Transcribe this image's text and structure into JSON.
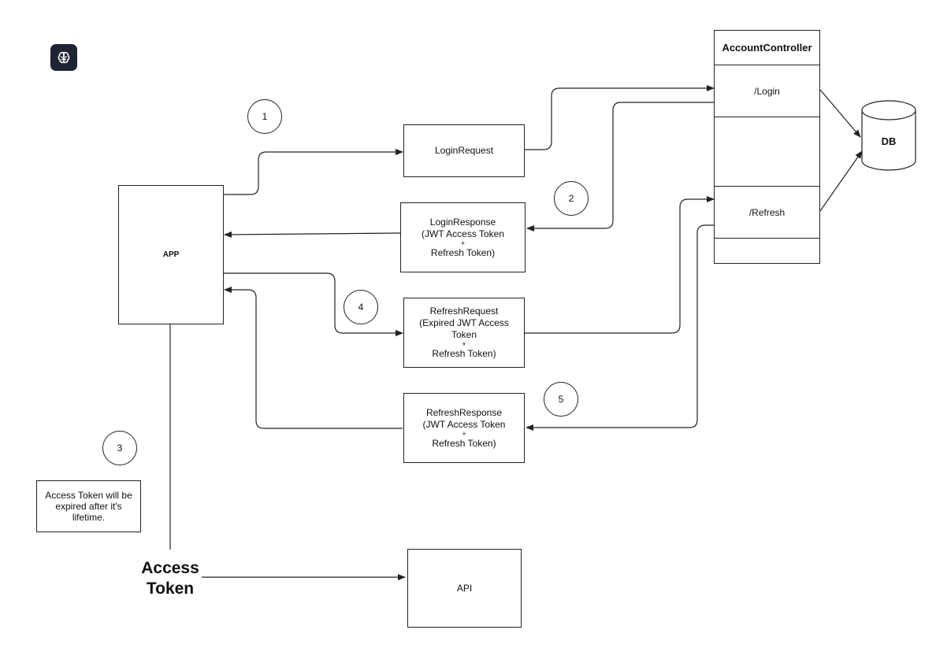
{
  "toolbar": {
    "brain_icon": "brain-icon"
  },
  "app": {
    "label": "APP"
  },
  "api": {
    "label": "API"
  },
  "controller": {
    "title": "AccountController",
    "endpoints": [
      "/Login",
      "",
      "/Refresh",
      ""
    ]
  },
  "db": {
    "label": "DB"
  },
  "messages": {
    "login_request": [
      "LoginRequest"
    ],
    "login_response": [
      "LoginResponse",
      "(JWT Access Token",
      "+",
      "Refresh Token)"
    ],
    "refresh_request": [
      "RefreshRequest",
      "(Expired JWT Access",
      "Token",
      "+",
      "Refresh Token)"
    ],
    "refresh_response": [
      "RefreshResponse",
      "(JWT Access Token",
      "+",
      "Refresh Token)"
    ]
  },
  "steps": [
    "1",
    "2",
    "3",
    "4",
    "5"
  ],
  "note": [
    "Access Token will be",
    "expired after it's",
    "lifetime."
  ],
  "access_token": [
    "Access",
    "Token"
  ],
  "colors": {
    "stroke": "#222222",
    "button_bg": "#1f2433",
    "icon": "#ffffff"
  }
}
